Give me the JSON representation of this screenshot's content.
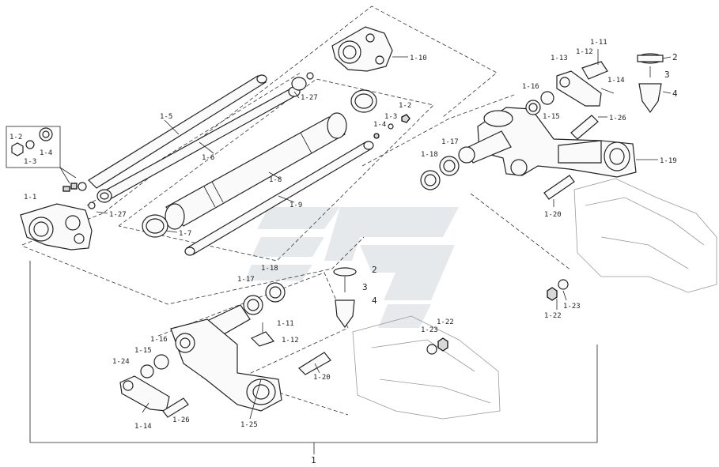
{
  "diagram": {
    "callouts": {
      "c1_1": "1-1",
      "c1_2a": "1-2",
      "c1_3a": "1-3",
      "c1_4a": "1-4",
      "c1_5": "1-5",
      "c1_6": "1-6",
      "c1_7": "1-7",
      "c1_8": "1-8",
      "c1_9": "1-9",
      "c1_10": "1-10",
      "c1_27a": "1-27",
      "c1_27b": "1-27",
      "c1_2b": "1-2",
      "c1_3b": "1-3",
      "c1_4b": "1-4",
      "c1_11a": "1-11",
      "c1_12a": "1-12",
      "c1_13": "1-13",
      "c1_14a": "1-14",
      "c1_15a": "1-15",
      "c1_16a": "1-16",
      "c1_17a": "1-17",
      "c1_18a": "1-18",
      "c1_19": "1-19",
      "c1_20a": "1-20",
      "c1_26a": "1-26",
      "c2a": "2",
      "c3a": "3",
      "c4a": "4",
      "c1_22a": "1-22",
      "c1_23a": "1-23",
      "c1_17b": "1-17",
      "c1_18b": "1-18",
      "c2b": "2",
      "c3b": "3",
      "c4b": "4",
      "c1_11b": "1-11",
      "c1_12b": "1-12",
      "c1_23b": "1-23",
      "c1_22b": "1-22",
      "c1_15b": "1-15",
      "c1_16b": "1-16",
      "c1_24": "1-24",
      "c1_14b": "1-14",
      "c1_26b": "1-26",
      "c1_25": "1-25",
      "c1_20b": "1-20",
      "assembly": "1"
    }
  }
}
